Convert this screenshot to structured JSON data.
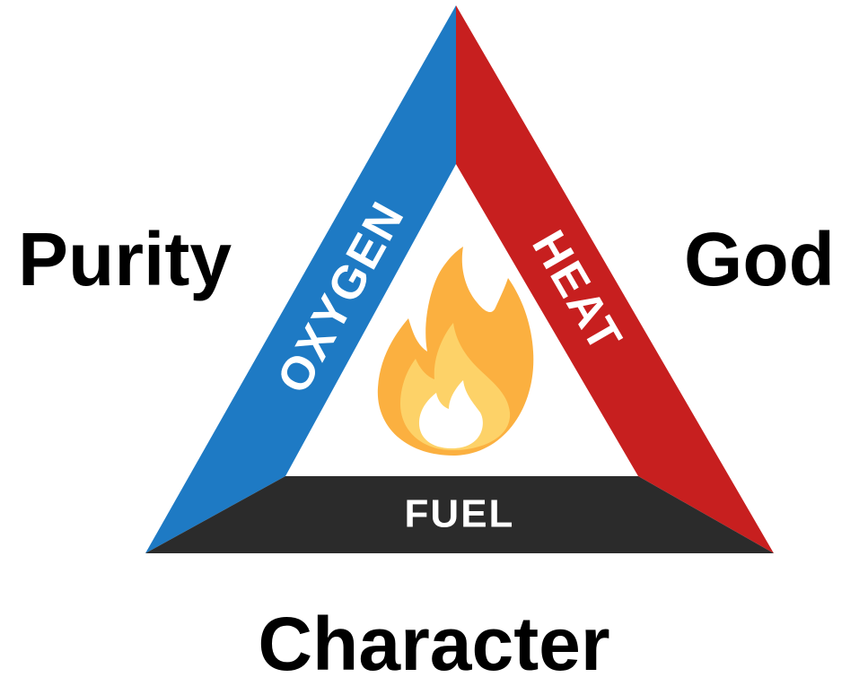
{
  "colors": {
    "oxygen": "#1e7ac4",
    "heat": "#c71f1f",
    "fuel": "#2b2b2b",
    "flame_outer": "#fbb040",
    "flame_mid": "#fdd268",
    "flame_inner": "#ffffff",
    "side_text": "#ffffff",
    "label_text": "#000000"
  },
  "diagram": {
    "left_side": "OXYGEN",
    "right_side": "HEAT",
    "bottom_side": "FUEL",
    "center_icon": "flame-icon"
  },
  "labels": {
    "left": "Purity",
    "right": "God",
    "bottom": "Character"
  }
}
